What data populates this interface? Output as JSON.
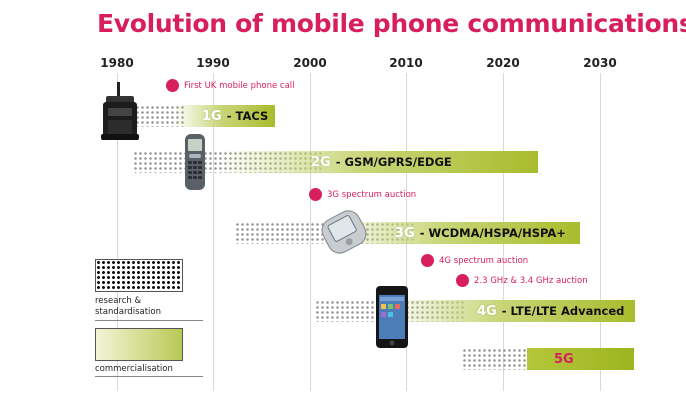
{
  "title": "Evolution of mobile phone communications",
  "years": [
    "1980",
    "1990",
    "2000",
    "2010",
    "2020",
    "2030"
  ],
  "generations": [
    {
      "gen": "1G",
      "name": "TACS"
    },
    {
      "gen": "2G",
      "name": "GSM/GPRS/EDGE"
    },
    {
      "gen": "3G",
      "name": "WCDMA/HSPA/HSPA+"
    },
    {
      "gen": "4G",
      "name": "LTE/LTE Advanced"
    },
    {
      "gen": "5G",
      "name": ""
    }
  ],
  "events": [
    "First UK mobile phone call",
    "3G spectrum auction",
    "4G spectrum auction",
    "2.3 GHz & 3.4 GHz auction"
  ],
  "legend": {
    "research": "research & standardisation",
    "commercial": "commercialisation"
  },
  "colors": {
    "accent": "#d81f5e",
    "green": "#a8bc2c"
  },
  "icons": [
    "brick-phone-icon",
    "nokia-phone-icon",
    "pda-phone-icon",
    "smartphone-icon"
  ]
}
